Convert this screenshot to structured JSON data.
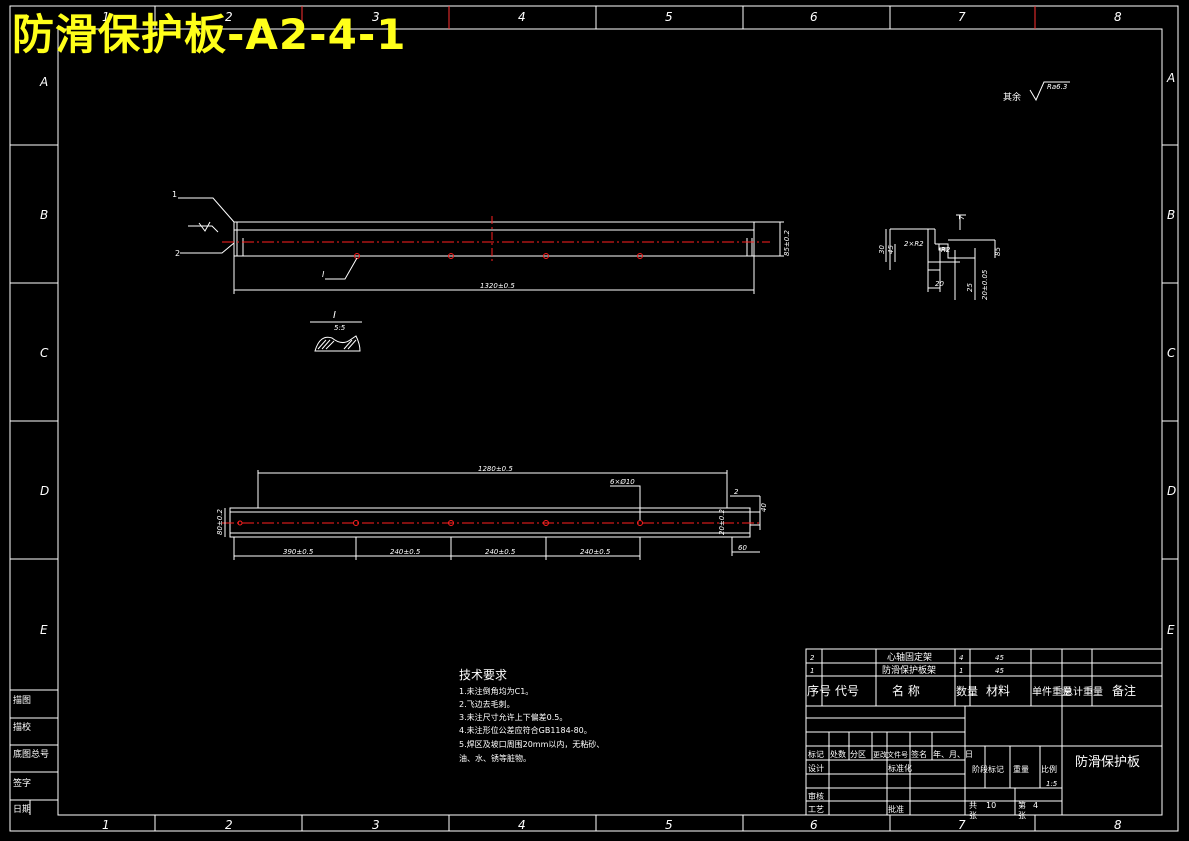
{
  "title": "防滑保护板-A2-4-1",
  "colors": {
    "background": "#000000",
    "line": "#ffffff",
    "centerline": "#ff2020",
    "title": "#ffff1a"
  },
  "border": {
    "columns": [
      "1",
      "2",
      "3",
      "4",
      "5",
      "6",
      "7",
      "8"
    ],
    "rows": [
      "A",
      "B",
      "C",
      "D",
      "E"
    ]
  },
  "surface_note": {
    "prefix": "其余",
    "value": "Ra6.3"
  },
  "view_top": {
    "leader_1": "1",
    "leader_2": "2",
    "balloon": "I",
    "length_dim": "1320±0.5",
    "height_dim": "85±0.2"
  },
  "detail_view": {
    "label": "I",
    "scale": "5:5"
  },
  "section_view": {
    "dims": [
      "30",
      "45",
      "2×R2",
      "R2",
      "85",
      "20",
      "25",
      "20±0.05",
      "7"
    ]
  },
  "view_bottom": {
    "overall_dim": "1280±0.5",
    "hole_note": "6×Ø10",
    "left_height": "80±0.2",
    "right_height": "20±0.2",
    "right_top": "2",
    "right_side": "40",
    "right_bottom": "60",
    "segments": [
      "390±0.5",
      "240±0.5",
      "240±0.5",
      "240±0.5"
    ]
  },
  "tech_requirements": {
    "heading": "技术要求",
    "items": [
      "1.未注倒角均为C1。",
      "2.飞边去毛刺。",
      "3.未注尺寸允许上下偏差0.5。",
      "4.未注形位公差应符合GB1184-80。",
      "5.焊区及坡口周围20mm以内，无粘砂、",
      "油、水、锈等脏物。"
    ]
  },
  "bom": {
    "rows": [
      {
        "no": "2",
        "name": "心轴固定架",
        "qty": "4",
        "material": "45"
      },
      {
        "no": "1",
        "name": "防滑保护板架",
        "qty": "1",
        "material": "45"
      }
    ],
    "headers": {
      "no": "序号",
      "code": "代号",
      "name": "名  称",
      "qty": "数量",
      "material": "材料",
      "unit_weight": "单件重量",
      "total_weight": "总计重量",
      "remark": "备注"
    }
  },
  "title_block": {
    "part_name": "防滑保护板",
    "rev_labels": [
      "标记",
      "处数",
      "分区",
      "更改文件号",
      "签名",
      "年、月、日"
    ],
    "role_labels": [
      "设计",
      "审核",
      "工艺"
    ],
    "std_label": "标准化",
    "approve_label": "批准",
    "stage_label": "阶段标记",
    "weight_label": "重量",
    "scale_label": "比例",
    "scale_value": "1:5",
    "total_label": "共",
    "total_sheets": "10",
    "sheets_unit": "张",
    "sheet_label": "第",
    "sheet_no": "4",
    "sheet_unit": "张"
  },
  "left_strip": [
    "描图",
    "描校",
    "底图总号",
    "签字",
    "日期"
  ]
}
